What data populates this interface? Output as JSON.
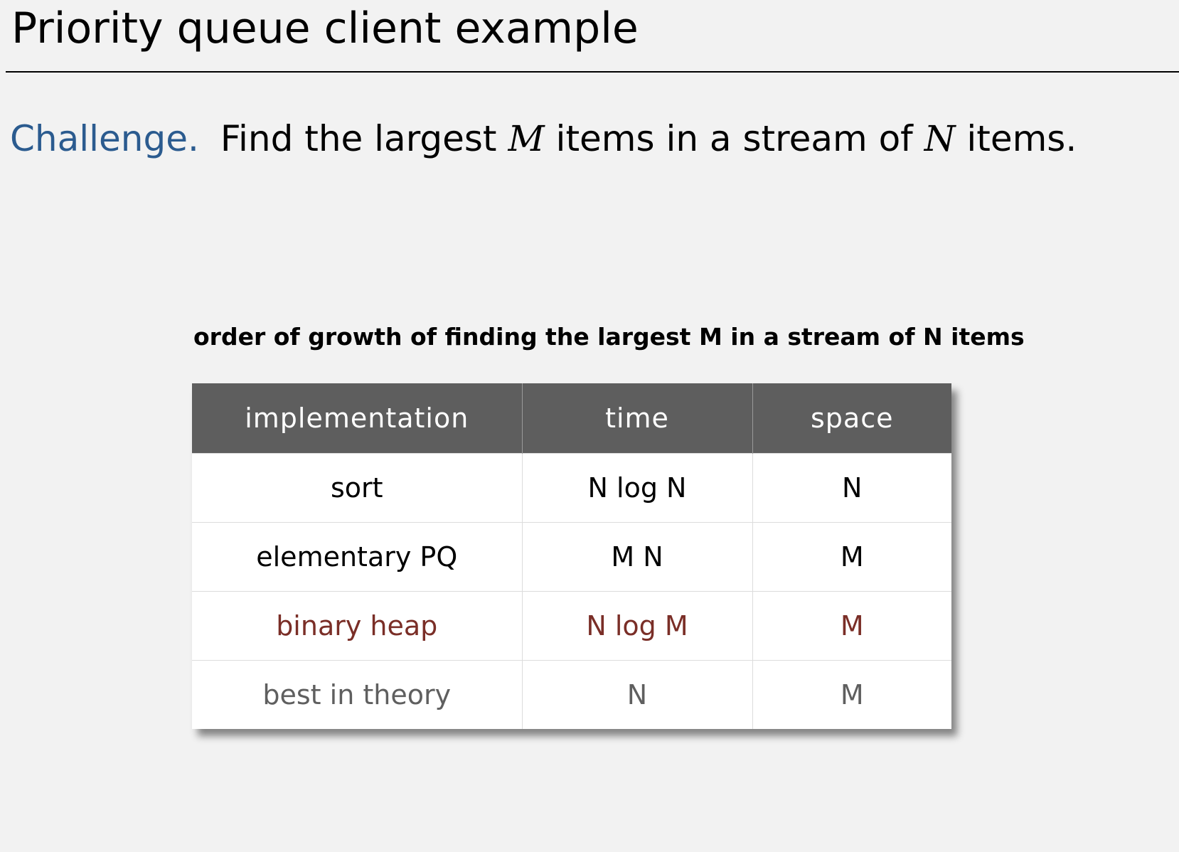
{
  "title": "Priority queue client example",
  "challenge": {
    "lead": "Challenge.",
    "part1": "Find the largest",
    "var_m": "M",
    "part2": "items in a stream of",
    "var_n": "N",
    "part3": "items."
  },
  "table": {
    "caption": "order of growth of finding the largest M in a stream of N items",
    "headers": [
      "implementation",
      "time",
      "space"
    ],
    "rows": [
      [
        "sort",
        "N log N",
        "N"
      ],
      [
        "elementary PQ",
        "M N",
        "M"
      ],
      [
        "binary heap",
        "N log M",
        "M"
      ],
      [
        "best in theory",
        "N",
        "M"
      ]
    ],
    "colors": {
      "header_bg": "#5e5e5e",
      "highlight": "#7a2e27",
      "muted": "#5f5f5f",
      "challenge": "#2b5b8f"
    }
  }
}
